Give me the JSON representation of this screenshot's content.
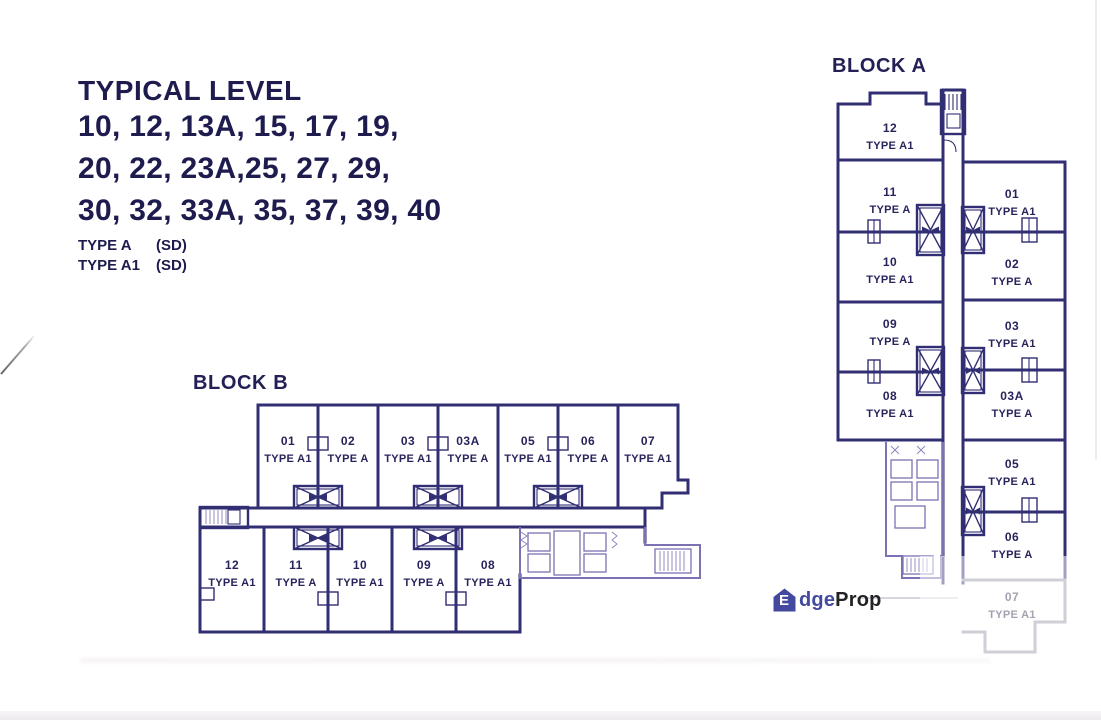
{
  "header": {
    "title": "TYPICAL LEVEL",
    "levels": [
      "10, 12, 13A, 15, 17, 19,",
      "20, 22, 23A,25, 27, 29,",
      "30, 32, 33A, 35, 37, 39, 40"
    ],
    "legend": [
      {
        "name": "TYPE A",
        "spec": "(SD)"
      },
      {
        "name": "TYPE A1",
        "spec": "(SD)"
      }
    ]
  },
  "block_a": {
    "name": "BLOCK A",
    "left_units": [
      {
        "no": "12",
        "type": "TYPE A1"
      },
      {
        "no": "11",
        "type": "TYPE A"
      },
      {
        "no": "10",
        "type": "TYPE A1"
      },
      {
        "no": "09",
        "type": "TYPE A"
      },
      {
        "no": "08",
        "type": "TYPE A1"
      }
    ],
    "right_units": [
      {
        "no": "01",
        "type": "TYPE A1"
      },
      {
        "no": "02",
        "type": "TYPE A"
      },
      {
        "no": "03",
        "type": "TYPE A1"
      },
      {
        "no": "03A",
        "type": "TYPE A"
      },
      {
        "no": "05",
        "type": "TYPE A1"
      },
      {
        "no": "06",
        "type": "TYPE A"
      },
      {
        "no": "07",
        "type": "TYPE A1"
      }
    ]
  },
  "block_b": {
    "name": "BLOCK B",
    "top_units": [
      {
        "no": "01",
        "type": "TYPE A1"
      },
      {
        "no": "02",
        "type": "TYPE A"
      },
      {
        "no": "03",
        "type": "TYPE A1"
      },
      {
        "no": "03A",
        "type": "TYPE A"
      },
      {
        "no": "05",
        "type": "TYPE A1"
      },
      {
        "no": "06",
        "type": "TYPE A"
      },
      {
        "no": "07",
        "type": "TYPE A1"
      }
    ],
    "bottom_units": [
      {
        "no": "12",
        "type": "TYPE A1"
      },
      {
        "no": "11",
        "type": "TYPE A"
      },
      {
        "no": "10",
        "type": "TYPE A1"
      },
      {
        "no": "09",
        "type": "TYPE A"
      },
      {
        "no": "08",
        "type": "TYPE A1"
      }
    ]
  },
  "watermark": {
    "house_letter": "E",
    "text_blue": "dge",
    "text_dark": "Prop"
  },
  "colors": {
    "plan_ink": "#312e73",
    "services_purple": "#7b72b4",
    "faded_grey": "#9296a6",
    "logo_blue": "#4449a0",
    "logo_dark": "#232325",
    "label_navy": "#27245c"
  }
}
